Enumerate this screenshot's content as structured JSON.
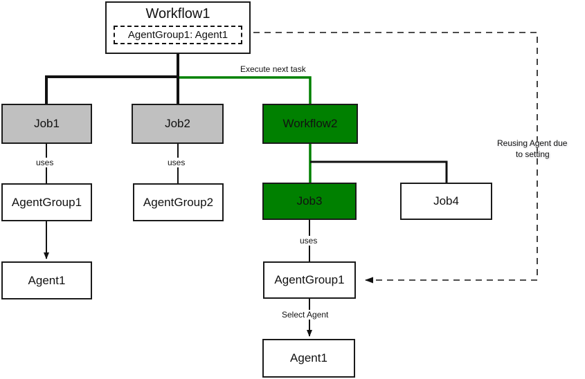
{
  "diagram": {
    "title_node": {
      "name": "Workflow1",
      "inner_label": "AgentGroup1: Agent1"
    },
    "nodes": [
      {
        "id": "job1",
        "label": "Job1",
        "style": "gray"
      },
      {
        "id": "job2",
        "label": "Job2",
        "style": "gray"
      },
      {
        "id": "workflow2",
        "label": "Workflow2",
        "style": "green"
      },
      {
        "id": "agentgroup1",
        "label": "AgentGroup1",
        "style": "white"
      },
      {
        "id": "agentgroup2",
        "label": "AgentGroup2",
        "style": "white"
      },
      {
        "id": "agent1",
        "label": "Agent1",
        "style": "white"
      },
      {
        "id": "job3",
        "label": "Job3",
        "style": "green"
      },
      {
        "id": "job4",
        "label": "Job4",
        "style": "white"
      },
      {
        "id": "agentgroup1b",
        "label": "AgentGroup1",
        "style": "white"
      },
      {
        "id": "agent1b",
        "label": "Agent1",
        "style": "white"
      }
    ],
    "edge_labels": {
      "execute_next_task": "Execute next task",
      "uses_left": "uses",
      "uses_mid": "uses",
      "uses_job3": "uses",
      "select_agent": "Select Agent"
    },
    "notes": {
      "reusing_line1": "Reusing Agent due",
      "reusing_line2": "to setting"
    },
    "colors": {
      "green": "#008000",
      "gray": "#c0c0c0",
      "stroke": "#1a1a1a",
      "background": "#ffffff"
    }
  }
}
